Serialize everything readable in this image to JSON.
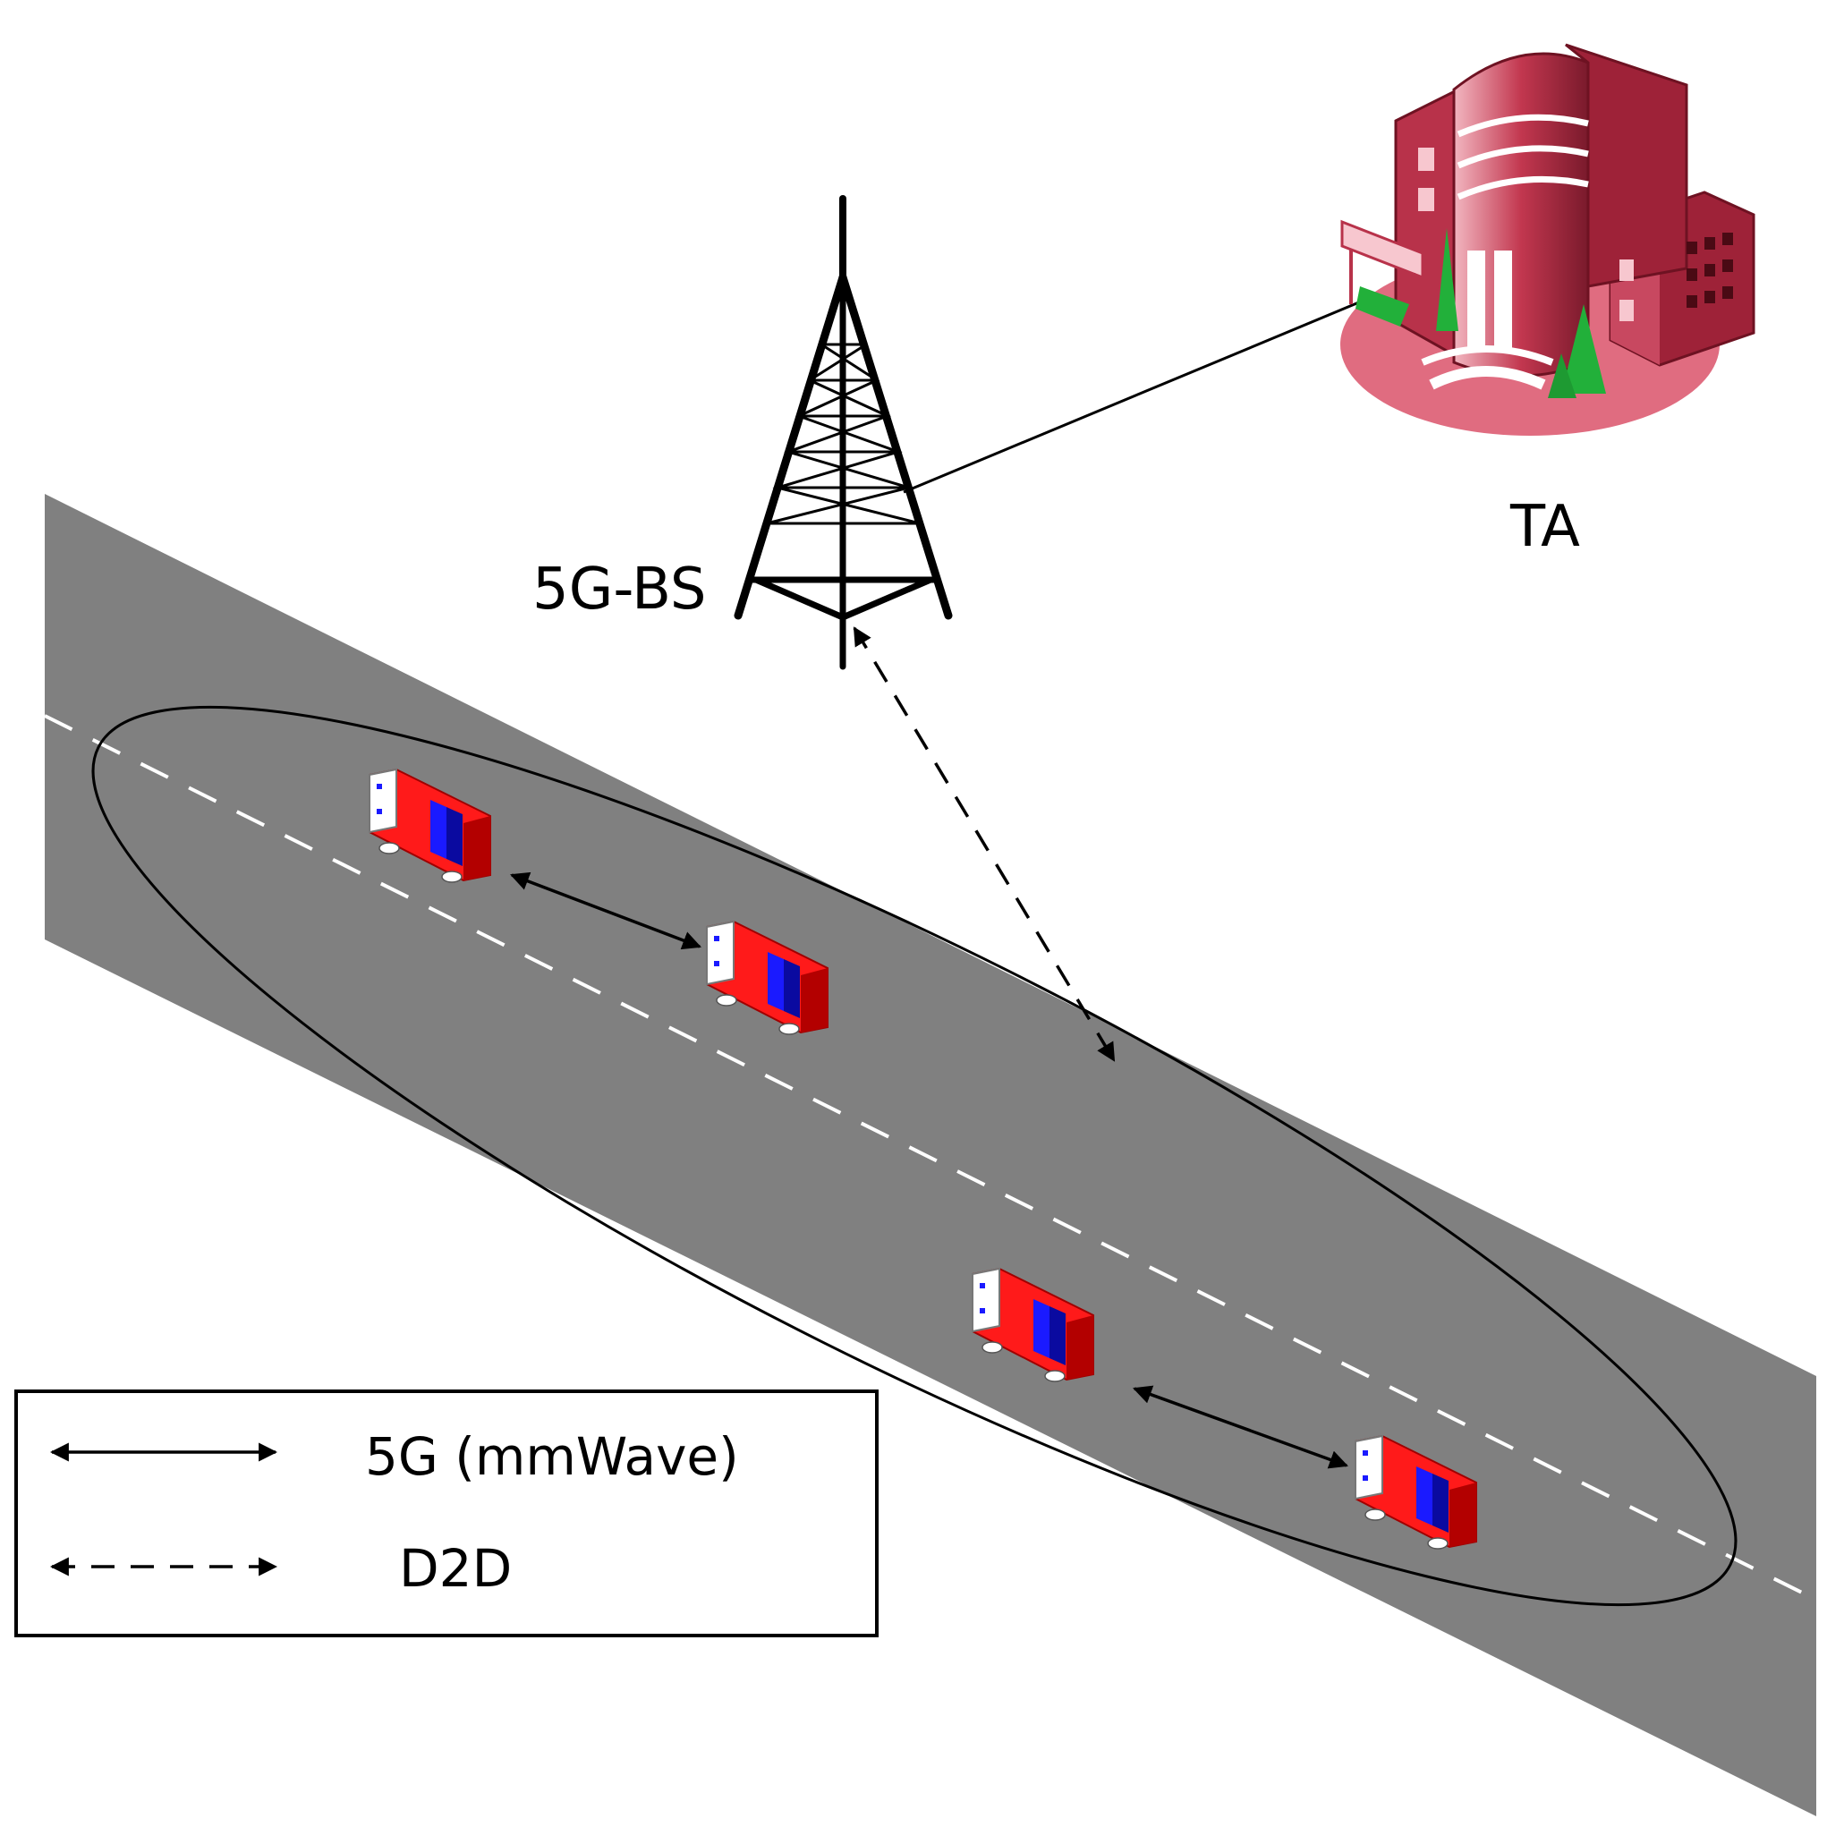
{
  "labels": {
    "base_station": "5G-BS",
    "traffic_authority": "TA"
  },
  "legend": {
    "solid_label": "5G (mmWave)",
    "dashed_label": "D2D"
  },
  "colors": {
    "road": "#808080",
    "lane_marking": "#ffffff",
    "vehicle_body": "#ff1a1a",
    "vehicle_stripe": "#1a1aff",
    "building": "#b8324a",
    "building_base": "#e06c80",
    "tree": "#22b03a",
    "line": "#000000"
  },
  "icons": {
    "tower": "cell-tower-icon",
    "building": "building-icon",
    "vehicle": "car-icon"
  }
}
